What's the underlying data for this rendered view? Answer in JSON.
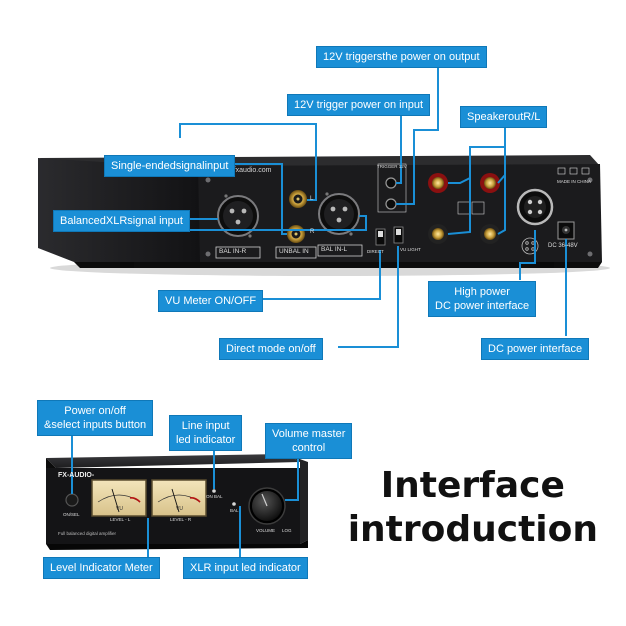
{
  "rear_panel": {
    "website": "www.szfxaudio.com",
    "labels": {
      "bal_in_r": "BAL IN-R",
      "unbal_in": "UNBAL IN",
      "bal_in_l": "BAL IN-L",
      "direct": "DIRECT",
      "vu_light": "VU LIGHT",
      "trigger": "TRIGGER 12V",
      "dc": "DC 36-48V",
      "made_in": "MADE IN CHINA",
      "ch_l": "L",
      "ch_r": "R"
    }
  },
  "front_panel": {
    "brand": "FX-AUDIO-",
    "on_sel": "ON/SEL",
    "level_l": "LEVEL - L",
    "level_r": "LEVEL - R",
    "on_bal": "ON BAL",
    "bal": "BAL",
    "volume": "VOLUME",
    "log": "LOG",
    "subtitle": "Full balanced digital amplifier"
  },
  "callouts": {
    "trigger_output": "12V triggersthe power on output",
    "trigger_input": "12V trigger power on input",
    "speaker_out": "SpeakeroutR/L",
    "single_ended": "Single-endedsignalinput",
    "balanced_xlr": "BalancedXLRsignal input",
    "vu_meter": "VU Meter ON/OFF",
    "high_power_line1": "High power",
    "high_power_line2": "DC power interface",
    "direct_mode": "Direct mode on/off",
    "dc_power": "DC power interface",
    "power_line1": "Power on/off",
    "power_line2": "&select inputs button",
    "line_input_line1": "Line input",
    "line_input_line2": "led indicator",
    "volume_line1": "Volume master",
    "volume_line2": "control",
    "level_meter": "Level Indicator Meter",
    "xlr_led": "XLR input led indicator"
  },
  "headline": {
    "line1": "Interface",
    "line2": "introduction"
  },
  "colors": {
    "callout_bg": "#1a8fd6",
    "line": "#1a8fd6",
    "chassis": "#1c1c1e",
    "meter_face": "#e8d7a8"
  }
}
